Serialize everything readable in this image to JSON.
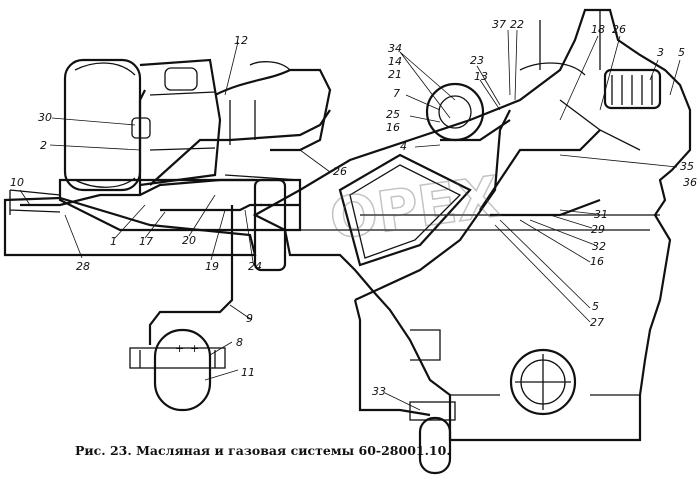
{
  "figure": {
    "caption": "Рис. 23. Масляная и газовая системы 60-28001.10.",
    "watermark": "OPEX",
    "callouts": [
      "1",
      "2",
      "3",
      "4",
      "5",
      "5",
      "7",
      "8",
      "9",
      "10",
      "11",
      "12",
      "13",
      "14",
      "16",
      "16",
      "17",
      "18",
      "19",
      "20",
      "21",
      "22",
      "23",
      "24",
      "25",
      "26",
      "26",
      "27",
      "28",
      "29",
      "30",
      "31",
      "32",
      "33",
      "34",
      "35",
      "36",
      "37"
    ]
  }
}
